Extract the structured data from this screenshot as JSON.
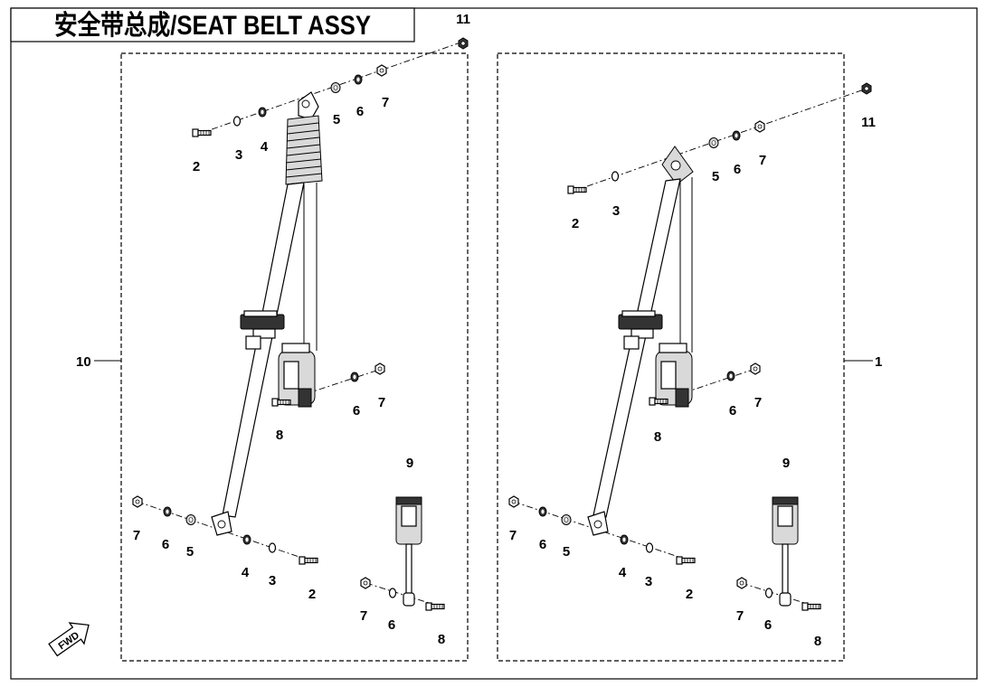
{
  "title": "安全带总成/SEAT BELT ASSY",
  "fwd_label": "FWD",
  "assembly_labels": {
    "left": "10",
    "right": "1"
  },
  "left_callouts": {
    "n11": "11",
    "n5a": "5",
    "n6a": "6",
    "n7a": "7",
    "n2a": "2",
    "n3a": "3",
    "n4a": "4",
    "n8a": "8",
    "n6b": "6",
    "n7b": "7",
    "n9": "9",
    "n7c": "7",
    "n6c": "6",
    "n5c": "5",
    "n4c": "4",
    "n3c": "3",
    "n2c": "2",
    "n7d": "7",
    "n6d": "6",
    "n8d": "8"
  },
  "right_callouts": {
    "n11": "11",
    "n5a": "5",
    "n6a": "6",
    "n7a": "7",
    "n2a": "2",
    "n3a": "3",
    "n8a": "8",
    "n6b": "6",
    "n7b": "7",
    "n9": "9",
    "n7c": "7",
    "n6c": "6",
    "n5c": "5",
    "n4c": "4",
    "n3c": "3",
    "n2c": "2",
    "n7d": "7",
    "n6d": "6",
    "n8d": "8"
  }
}
